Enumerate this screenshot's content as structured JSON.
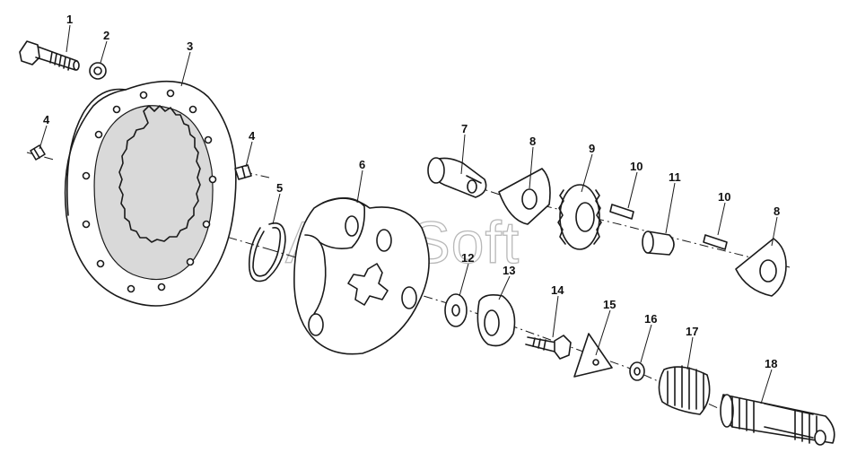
{
  "watermark": "AutoSoft",
  "callouts": [
    {
      "id": "c1",
      "text": "1"
    },
    {
      "id": "c2",
      "text": "2"
    },
    {
      "id": "c3",
      "text": "3"
    },
    {
      "id": "c4a",
      "text": "4"
    },
    {
      "id": "c4b",
      "text": "4"
    },
    {
      "id": "c5",
      "text": "5"
    },
    {
      "id": "c6",
      "text": "6"
    },
    {
      "id": "c7",
      "text": "7"
    },
    {
      "id": "c8a",
      "text": "8"
    },
    {
      "id": "c9",
      "text": "9"
    },
    {
      "id": "c10a",
      "text": "10"
    },
    {
      "id": "c11",
      "text": "11"
    },
    {
      "id": "c10b",
      "text": "10"
    },
    {
      "id": "c8b",
      "text": "8"
    },
    {
      "id": "c12",
      "text": "12"
    },
    {
      "id": "c13",
      "text": "13"
    },
    {
      "id": "c14",
      "text": "14"
    },
    {
      "id": "c15",
      "text": "15"
    },
    {
      "id": "c16",
      "text": "16"
    },
    {
      "id": "c17",
      "text": "17"
    },
    {
      "id": "c18",
      "text": "18"
    }
  ]
}
